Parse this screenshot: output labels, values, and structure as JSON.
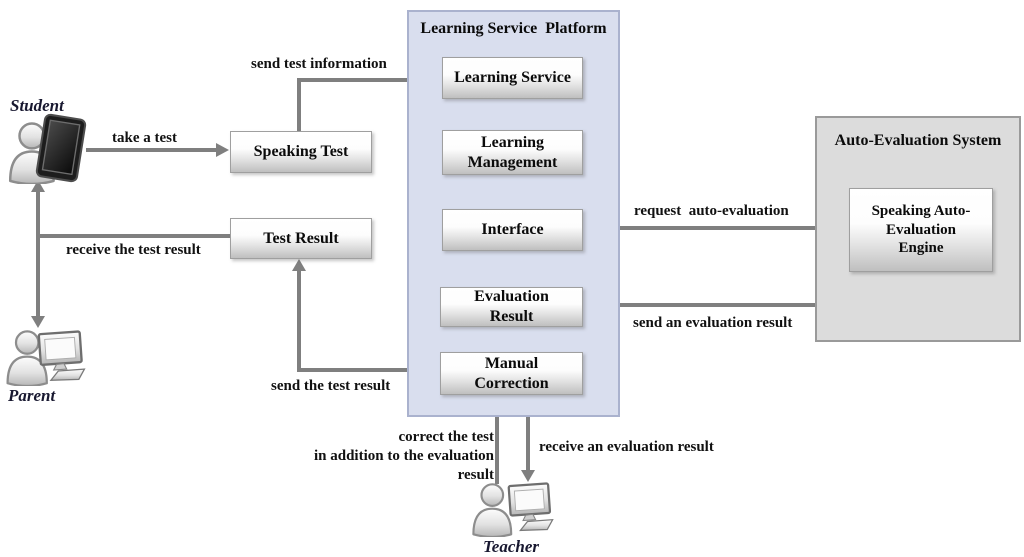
{
  "containers": {
    "platform": {
      "title": "Learning Service  Platform"
    },
    "auto_eval": {
      "title": "Auto-Evaluation System"
    }
  },
  "nodes": {
    "speaking_test": {
      "label": "Speaking Test"
    },
    "test_result": {
      "label": "Test Result"
    },
    "learning_service": {
      "label": "Learning Service"
    },
    "learning_management": {
      "label": "Learning Management"
    },
    "interface": {
      "label": "Interface"
    },
    "evaluation_result": {
      "label": "Evaluation Result"
    },
    "manual_correction": {
      "label": "Manual Correction"
    },
    "speaking_auto_evaluation_engine": {
      "label": "Speaking Auto-Evaluation Engine"
    }
  },
  "actors": {
    "student": {
      "label": "Student"
    },
    "parent": {
      "label": "Parent"
    },
    "teacher": {
      "label": "Teacher"
    }
  },
  "edge_labels": {
    "take_a_test": "take a test",
    "send_test_information": "send test information",
    "receive_the_test_result": "receive the test result",
    "send_the_test_result": "send the test result",
    "request_auto_evaluation": "request  auto-evaluation",
    "send_an_evaluation_result": "send an evaluation result",
    "correct_the_test_line1": "correct the test",
    "correct_the_test_line2": "in addition to the evaluation result",
    "receive_an_evaluation_result": "receive an evaluation result"
  },
  "colors": {
    "arrow": "#7f7f7f",
    "platform_fill": "#d9deee",
    "platform_border": "#aab2ce",
    "auto_eval_fill": "#dcdcdc",
    "auto_eval_border": "#9a9a9a",
    "node_border": "#9f9f9f",
    "edge_label_text": "#111111",
    "actor_label_text": "#181830"
  }
}
